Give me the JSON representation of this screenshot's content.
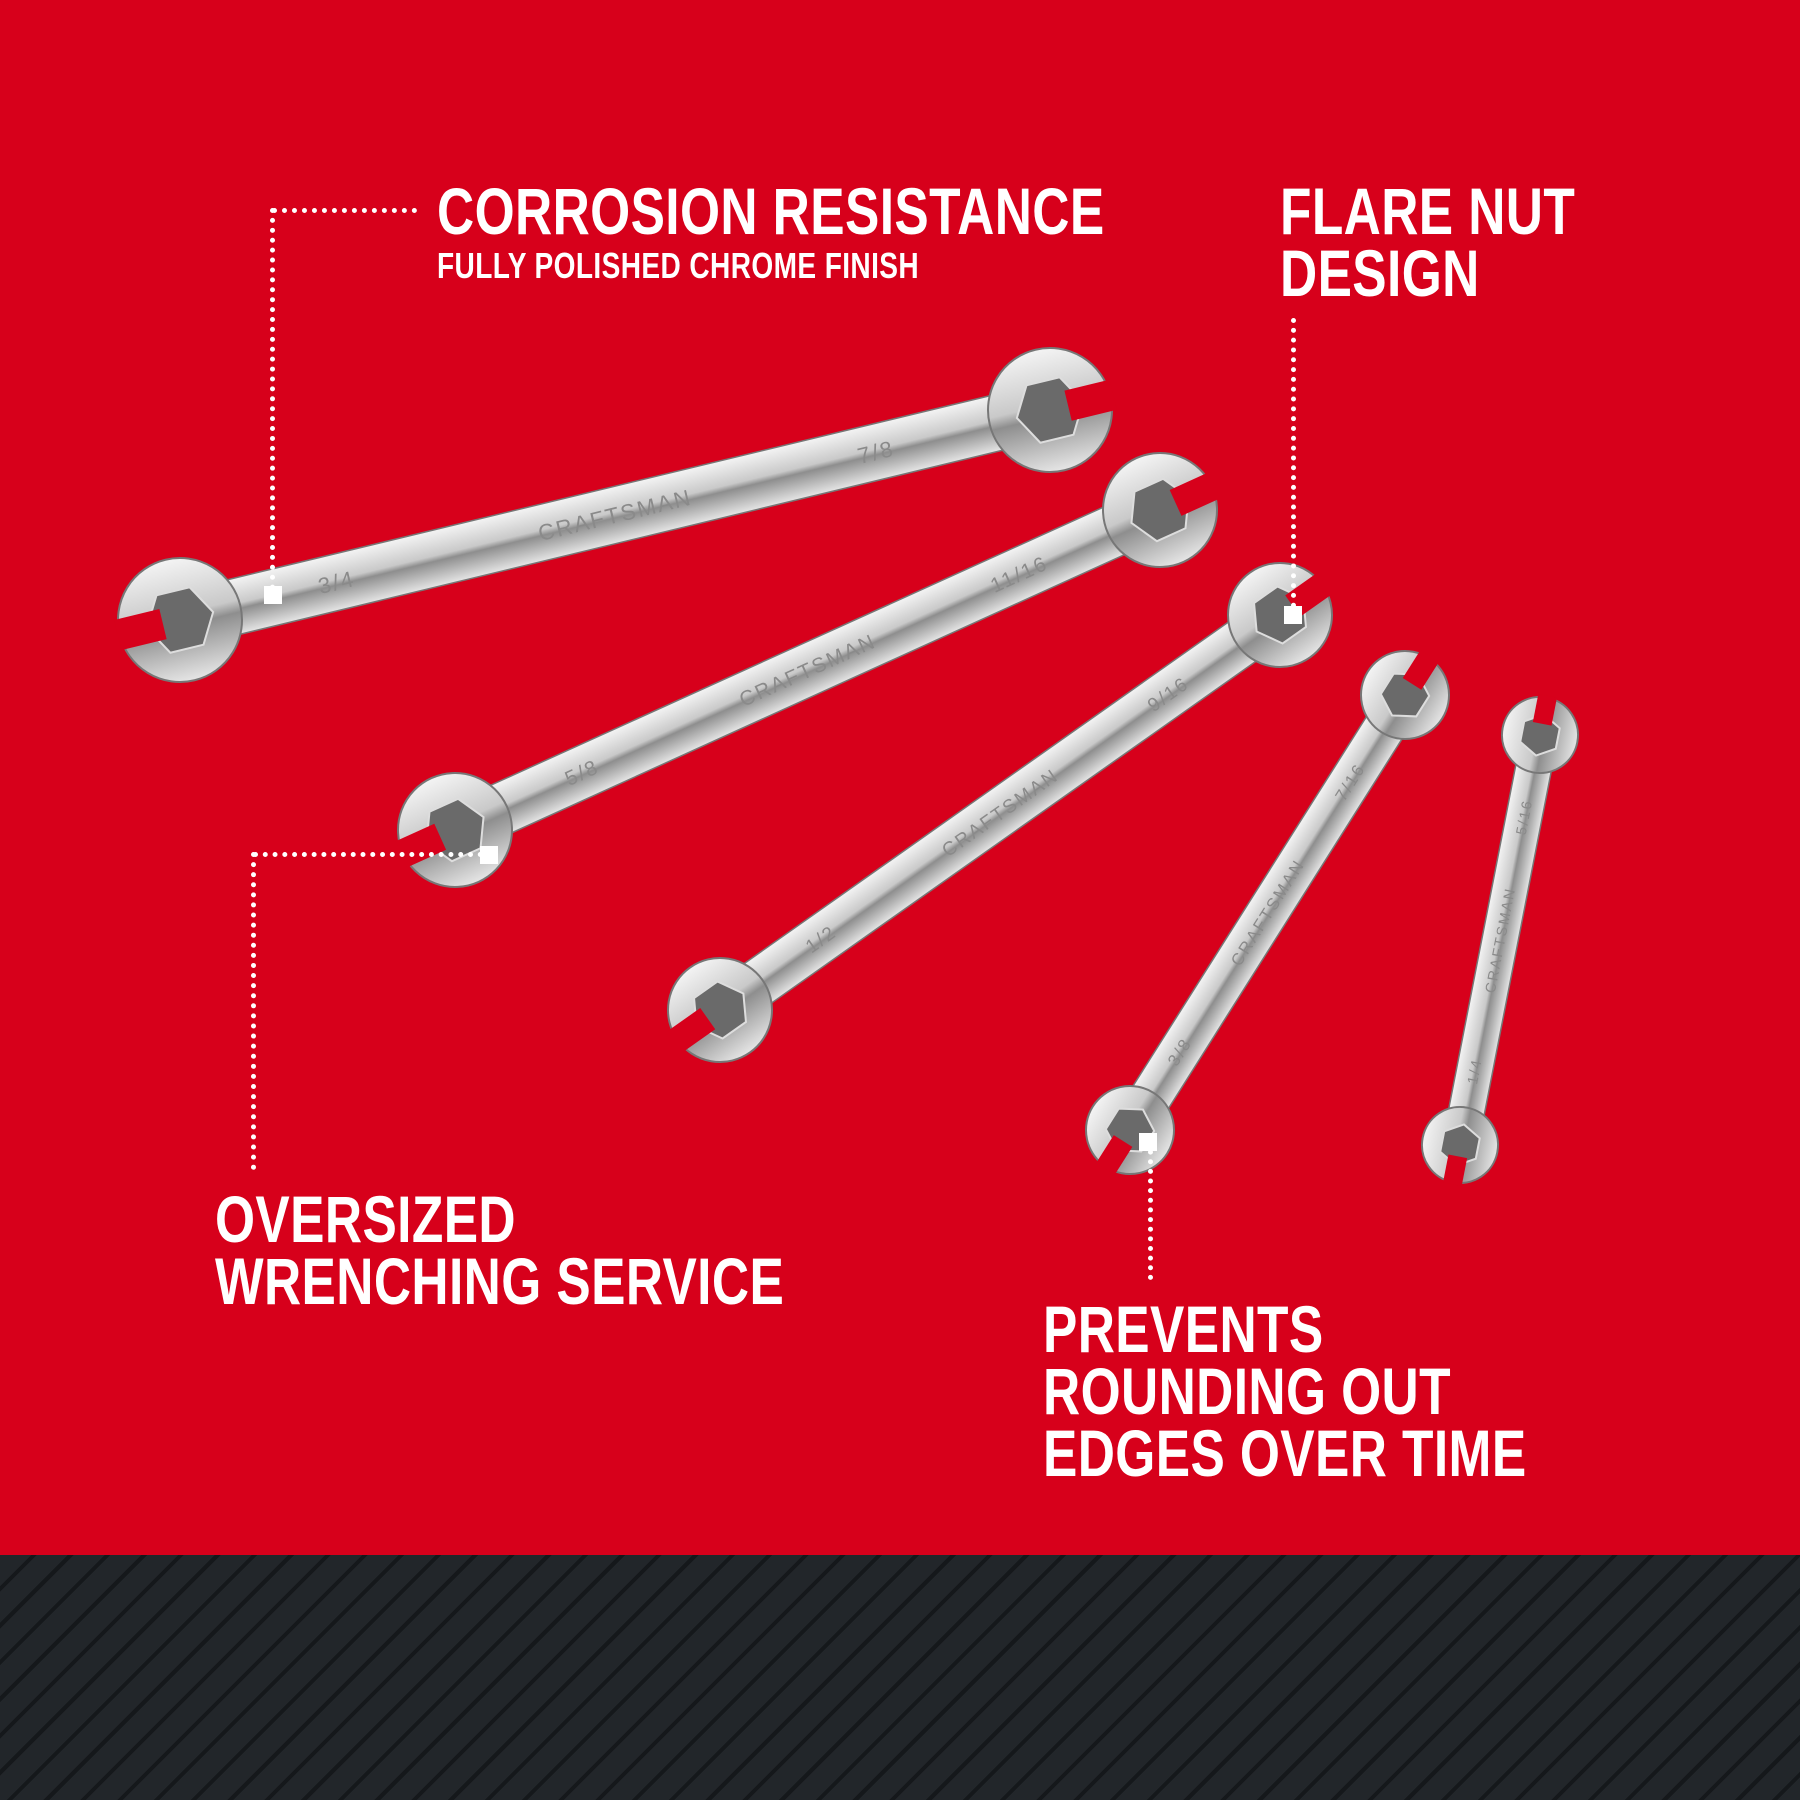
{
  "colors": {
    "background": "#d7001b",
    "band": "#22262a",
    "text": "#ffffff"
  },
  "callouts": {
    "corrosion": {
      "title": "CORROSION RESISTANCE",
      "subtitle": "FULLY POLISHED CHROME FINISH"
    },
    "flare": {
      "line1": "FLARE NUT",
      "line2": "DESIGN"
    },
    "oversized": {
      "line1": "OVERSIZED",
      "line2": "WRENCHING SERVICE"
    },
    "prevents": {
      "line1": "PREVENTS",
      "line2": "ROUNDING OUT",
      "line3": "EDGES OVER TIME"
    }
  },
  "wrenches": [
    {
      "brand": "CRAFTSMAN",
      "size_a": "3/4",
      "size_b": "7/8"
    },
    {
      "brand": "CRAFTSMAN",
      "size_a": "5/8",
      "size_b": "11/16"
    },
    {
      "brand": "CRAFTSMAN",
      "size_a": "1/2",
      "size_b": "9/16"
    },
    {
      "brand": "CRAFTSMAN",
      "size_a": "3/8",
      "size_b": "7/16"
    },
    {
      "brand": "CRAFTSMAN",
      "size_a": "1/4",
      "size_b": "5/16"
    }
  ]
}
